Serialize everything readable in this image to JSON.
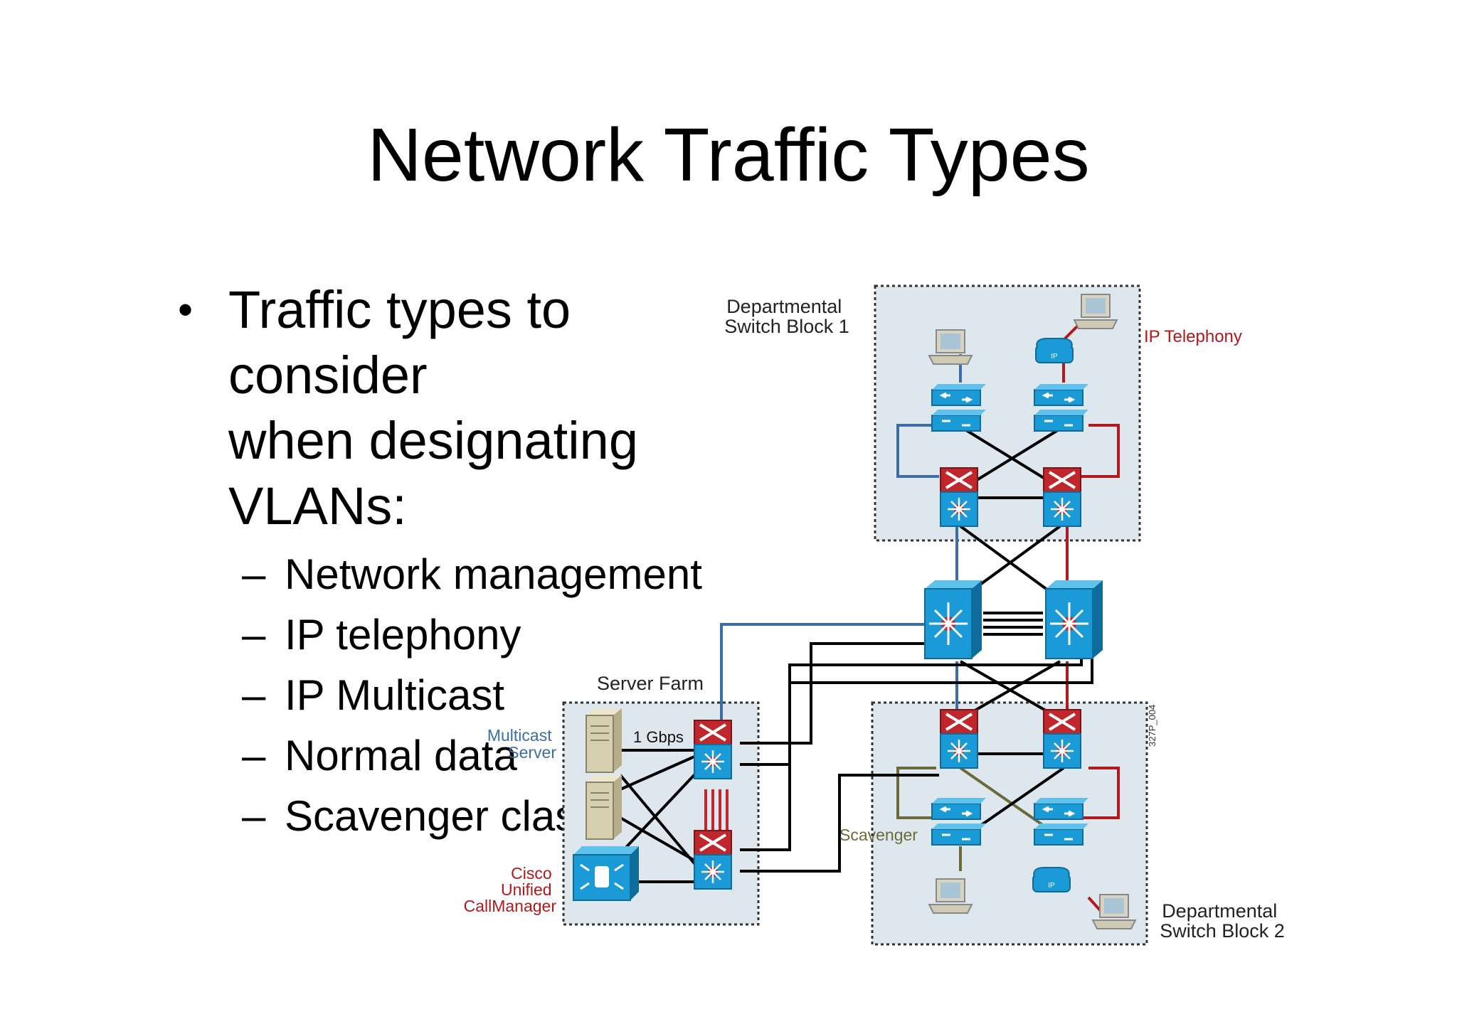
{
  "slide": {
    "title": "Network Traffic Types",
    "bullet": {
      "lines": [
        "Traffic types to",
        "consider",
        "when designating",
        "VLANs:"
      ]
    },
    "sub_items": [
      "Network management",
      "IP telephony",
      "IP Multicast",
      "Normal data",
      "Scavenger class"
    ]
  },
  "diagram": {
    "labels": {
      "block1": [
        "Departmental",
        "Switch Block 1"
      ],
      "block2": [
        "Departmental",
        "Switch Block 2"
      ],
      "ip_telephony": "IP Telephony",
      "server_farm": "Server Farm",
      "multicast_server": [
        "Multicast",
        "Server"
      ],
      "gbps": "1 Gbps",
      "scavenger": "Scavenger",
      "callmanager": [
        "Cisco",
        "Unified",
        "CallManager"
      ],
      "figure_id": "327P_004"
    },
    "colors": {
      "management": "#3a6ea5",
      "telephony": "#b0191e",
      "scavenger": "#6b6b3a",
      "device_blue": "#1a9bd7",
      "device_red": "#c0272d",
      "block_fill": "#dfe7ee"
    }
  }
}
